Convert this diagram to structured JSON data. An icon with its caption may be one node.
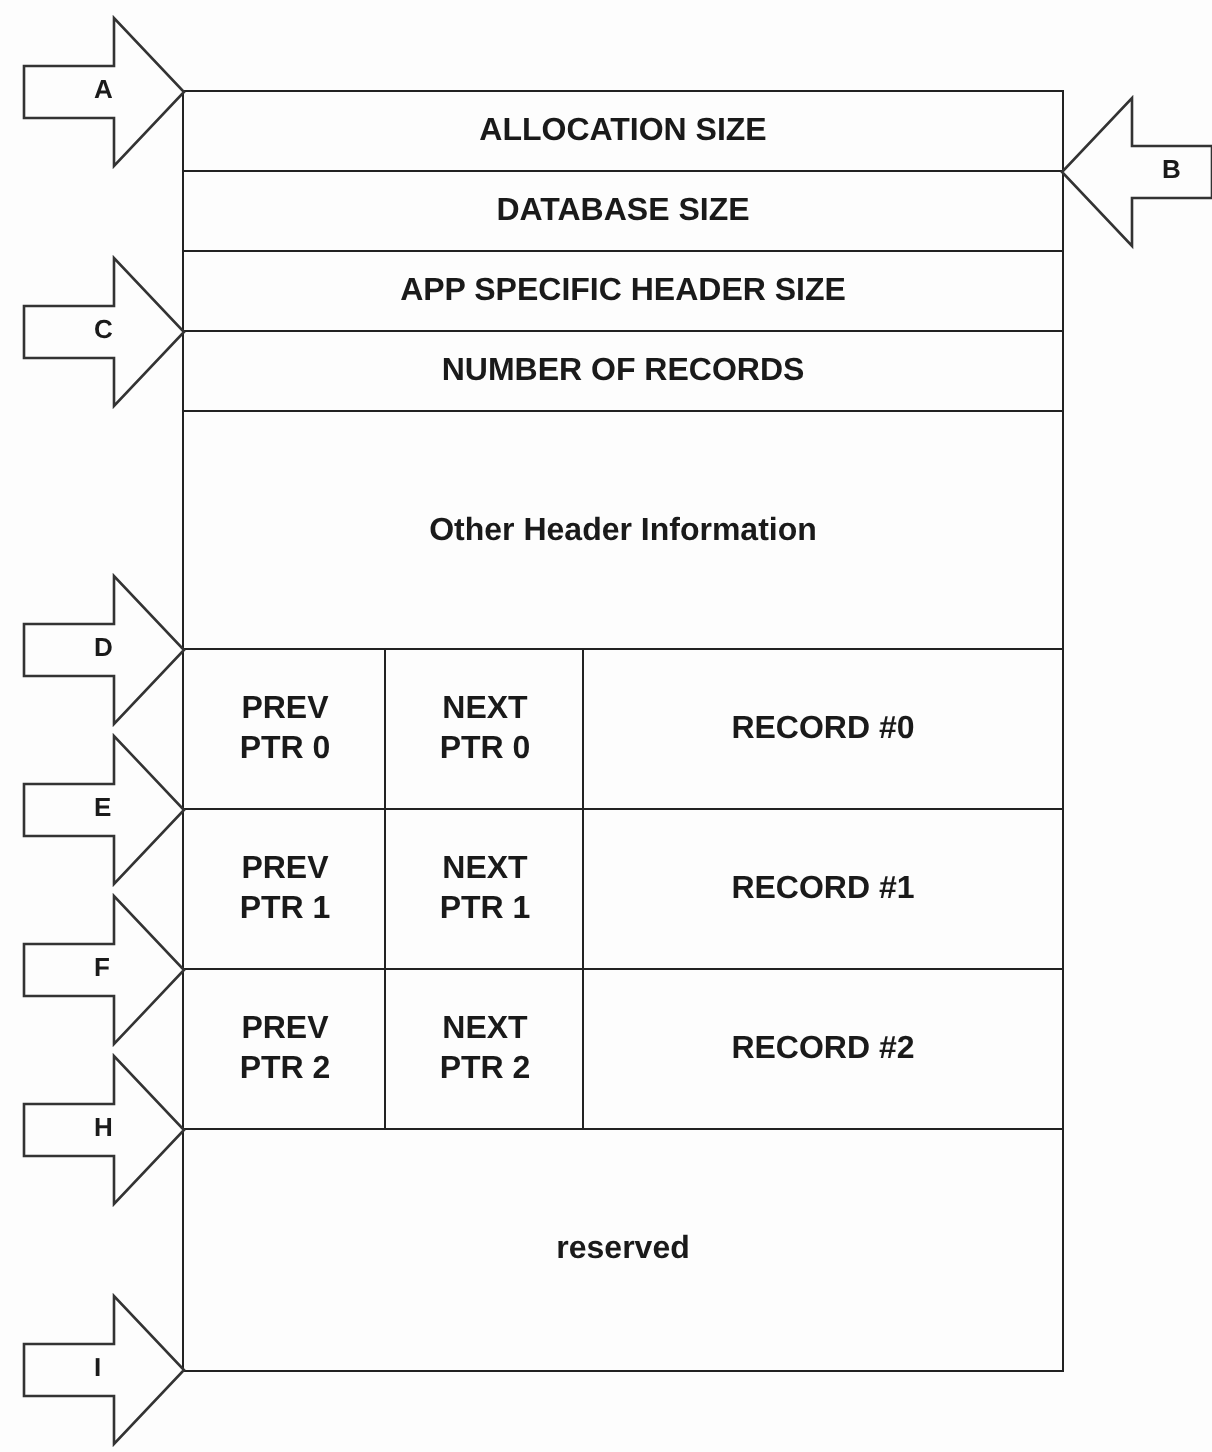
{
  "diagram": {
    "nodes": [
      {
        "text": [
          "A"
        ]
      },
      {
        "text": [
          "ALLOCATION SIZE"
        ]
      },
      {
        "text": [
          "B"
        ]
      },
      {
        "text": [
          "DATABASE SIZE"
        ]
      },
      {
        "text": [
          "C"
        ]
      },
      {
        "text": [
          "APP SPECIFIC HEADER SIZE"
        ]
      },
      {
        "text": [
          "NUMBER OF RECORDS"
        ]
      },
      {
        "text": [
          "Other Header Information"
        ]
      },
      {
        "text": [
          "D"
        ]
      },
      {
        "text": [
          "PREV PTR 0"
        ]
      },
      {
        "text": [
          "NEXT PTR 0"
        ]
      },
      {
        "text": [
          "RECORD #0"
        ]
      },
      {
        "text": [
          "E"
        ]
      },
      {
        "text": [
          "PREV PTR 1"
        ]
      },
      {
        "text": [
          "NEXT PTR 1"
        ]
      },
      {
        "text": [
          "RECORD #1"
        ]
      },
      {
        "text": [
          "F"
        ]
      },
      {
        "text": [
          "PREV PTR 2"
        ]
      },
      {
        "text": [
          "NEXT PTR 2"
        ]
      },
      {
        "text": [
          "RECORD #2"
        ]
      },
      {
        "text": [
          "H"
        ]
      },
      {
        "text": [
          "reserved"
        ]
      },
      {
        "text": [
          "I"
        ]
      }
    ]
  }
}
